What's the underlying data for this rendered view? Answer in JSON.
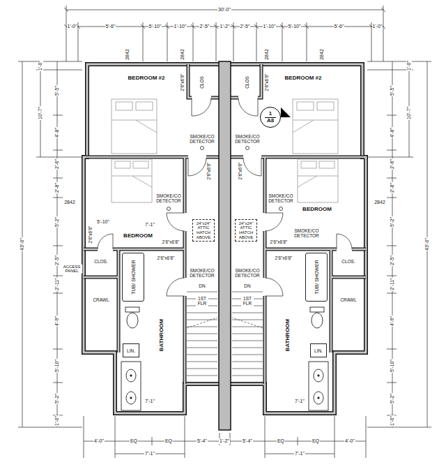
{
  "diagram": {
    "nodes": [
      {
        "text": [
          "1",
          "A8"
        ]
      },
      {
        "text": [
          "24\"x24\" ATTIC HATCH ABOVE"
        ]
      },
      {
        "text": [
          "24\"x24\" ATTIC HATCH ABOVE"
        ]
      },
      {
        "text": [
          "TUB/ SHOWER"
        ]
      },
      {
        "text": [
          "TUB/ SHOWER"
        ]
      },
      {
        "text": [
          "LIN."
        ]
      },
      {
        "text": [
          "LIN."
        ]
      }
    ],
    "labels": [
      "30'-0\"",
      "1'-0\"",
      "5'-6\"",
      "5'-10\"",
      "1'-10\"",
      "2'-5\"",
      "1'-2\"",
      "2'-5\"",
      "1'-10\"",
      "5'-10\"",
      "5'-6\"",
      "1'-0\"",
      "2842",
      "2842",
      "2842",
      "2842",
      "2842",
      "2842",
      "43'-0\"",
      "1'-0\"",
      "10'-7\"",
      "5'-5\"",
      "4'-8\"",
      "2'-6\"",
      "2'-8\"",
      "5'-2\"",
      "2'-5\"",
      "2'-11\"",
      "4'-9\"",
      "5'-10\"",
      "5'-2\"",
      "1'-0\"",
      "43'-0\"",
      "1'-0\"",
      "10'-7\"",
      "5'-5\"",
      "4'-8\"",
      "2'-6\"",
      "2'-8\"",
      "5'-2\"",
      "2'-5\"",
      "2'-11\"",
      "4'-9\"",
      "5'-10\"",
      "5'-2\"",
      "1'-0\"",
      "4'-0\"",
      "EQ",
      "EQ",
      "5'-4\"",
      "1'-2\"",
      "5'-4\"",
      "EQ",
      "EQ",
      "4'-0\"",
      "7'-1\"",
      "7'-1\"",
      "BEDROOM #2",
      "BEDROOM #2",
      "CLOS",
      "CLOS",
      "2'6\"x6'8\"",
      "2'6\"x6'8\"",
      "SMOKE/CO DETECTOR",
      "SMOKE/CO DETECTOR",
      "2'6\"x6'8\"",
      "2'6\"x6'8\"",
      "SMOKE/CO DETECTOR",
      "SMOKE/CO DETECTOR",
      "BEDROOM",
      "BEDROOM",
      "5'-10\"",
      "7'-1\"",
      "2'6\"x6'8\"",
      "2'6\"x6'8\"",
      "SMOKE/CO DETECTOR",
      "2'6\"x6'8\"",
      "ACCESS PANEL",
      "CLOS.",
      "CLOS.",
      "2'6\"x6'8\"",
      "SMOKE/CO DETECTOR",
      "SMOKE/CO DETECTOR",
      "2'6\"x6'8\"",
      "CRAWL",
      "CRAWL",
      "DN",
      "DN",
      "1ST FLR",
      "1ST FLR",
      "BATHROOM",
      "BATHROOM",
      "7'-1\"",
      "7'-1\""
    ]
  }
}
